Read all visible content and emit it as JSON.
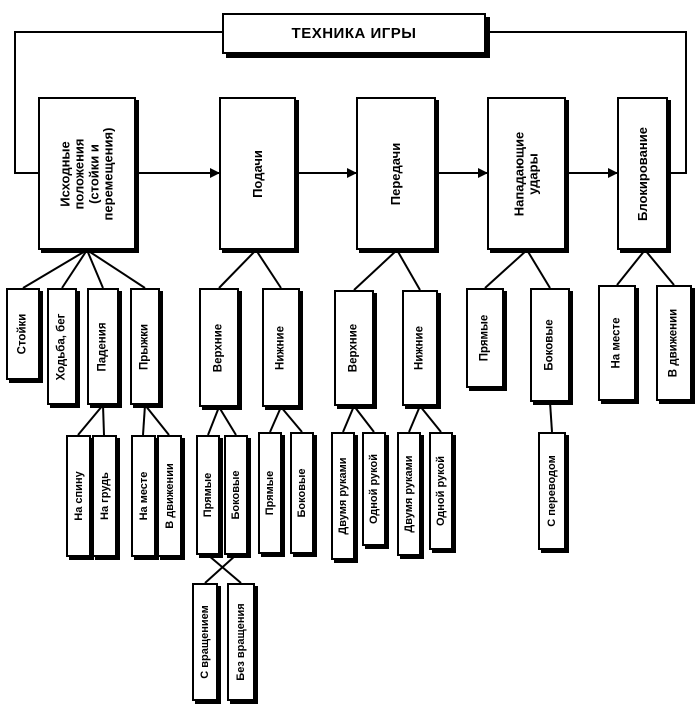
{
  "title": "ТЕХНИКА ИГРЫ",
  "categories": [
    {
      "id": "initial",
      "lines": [
        "Исходные",
        "положения",
        "(стойки и",
        "перемещения)"
      ]
    },
    {
      "id": "serves",
      "lines": [
        "Подачи"
      ]
    },
    {
      "id": "passes",
      "lines": [
        "Передачи"
      ]
    },
    {
      "id": "attacks",
      "lines": [
        "Нападающие",
        "удары"
      ]
    },
    {
      "id": "block",
      "lines": [
        "Блокирование"
      ]
    }
  ],
  "initial": {
    "stances": "Стойки",
    "walking_running": "Ходьба, бег",
    "falls": "Падения",
    "falls_children": [
      "На спину",
      "На грудь"
    ],
    "jumps": "Прыжки",
    "jumps_children": [
      "На месте",
      "В движении"
    ]
  },
  "serves": {
    "upper": "Верхние",
    "upper_children": [
      "Прямые",
      "Боковые"
    ],
    "upper_grandchildren": [
      "С вращением",
      "Без вращения"
    ],
    "lower": "Нижние",
    "lower_children": [
      "Прямые",
      "Боковые"
    ]
  },
  "passes": {
    "upper": "Верхние",
    "upper_children": [
      "Двумя руками",
      "Одной рукой"
    ],
    "lower": "Нижние",
    "lower_children": [
      "Двумя руками",
      "Одной рукой"
    ]
  },
  "attacks": {
    "straight": "Прямые",
    "side": "Боковые",
    "side_children": [
      "С переводом"
    ]
  },
  "block": {
    "in_place": "На месте",
    "moving": "В движении"
  }
}
